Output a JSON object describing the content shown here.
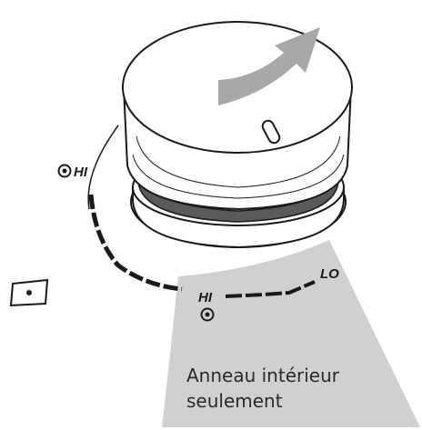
{
  "figure": {
    "outer_ring_label_hi": "HI",
    "inner_ring_label_hi": "HI",
    "inner_ring_label_lo": "LO",
    "caption_line1": "Anneau intérieur",
    "caption_line2": "seulement"
  },
  "colors": {
    "stroke": "#1a1a1a",
    "highlight_band": "#d0d0d0",
    "arrow": "#a8a8a8",
    "knob_fill": "#ffffff",
    "knob_dark_band": "#5a5a5a"
  },
  "icons": [
    "rotation-arrow-icon",
    "hi-dot-symbol-icon",
    "square-dot-symbol-icon"
  ]
}
